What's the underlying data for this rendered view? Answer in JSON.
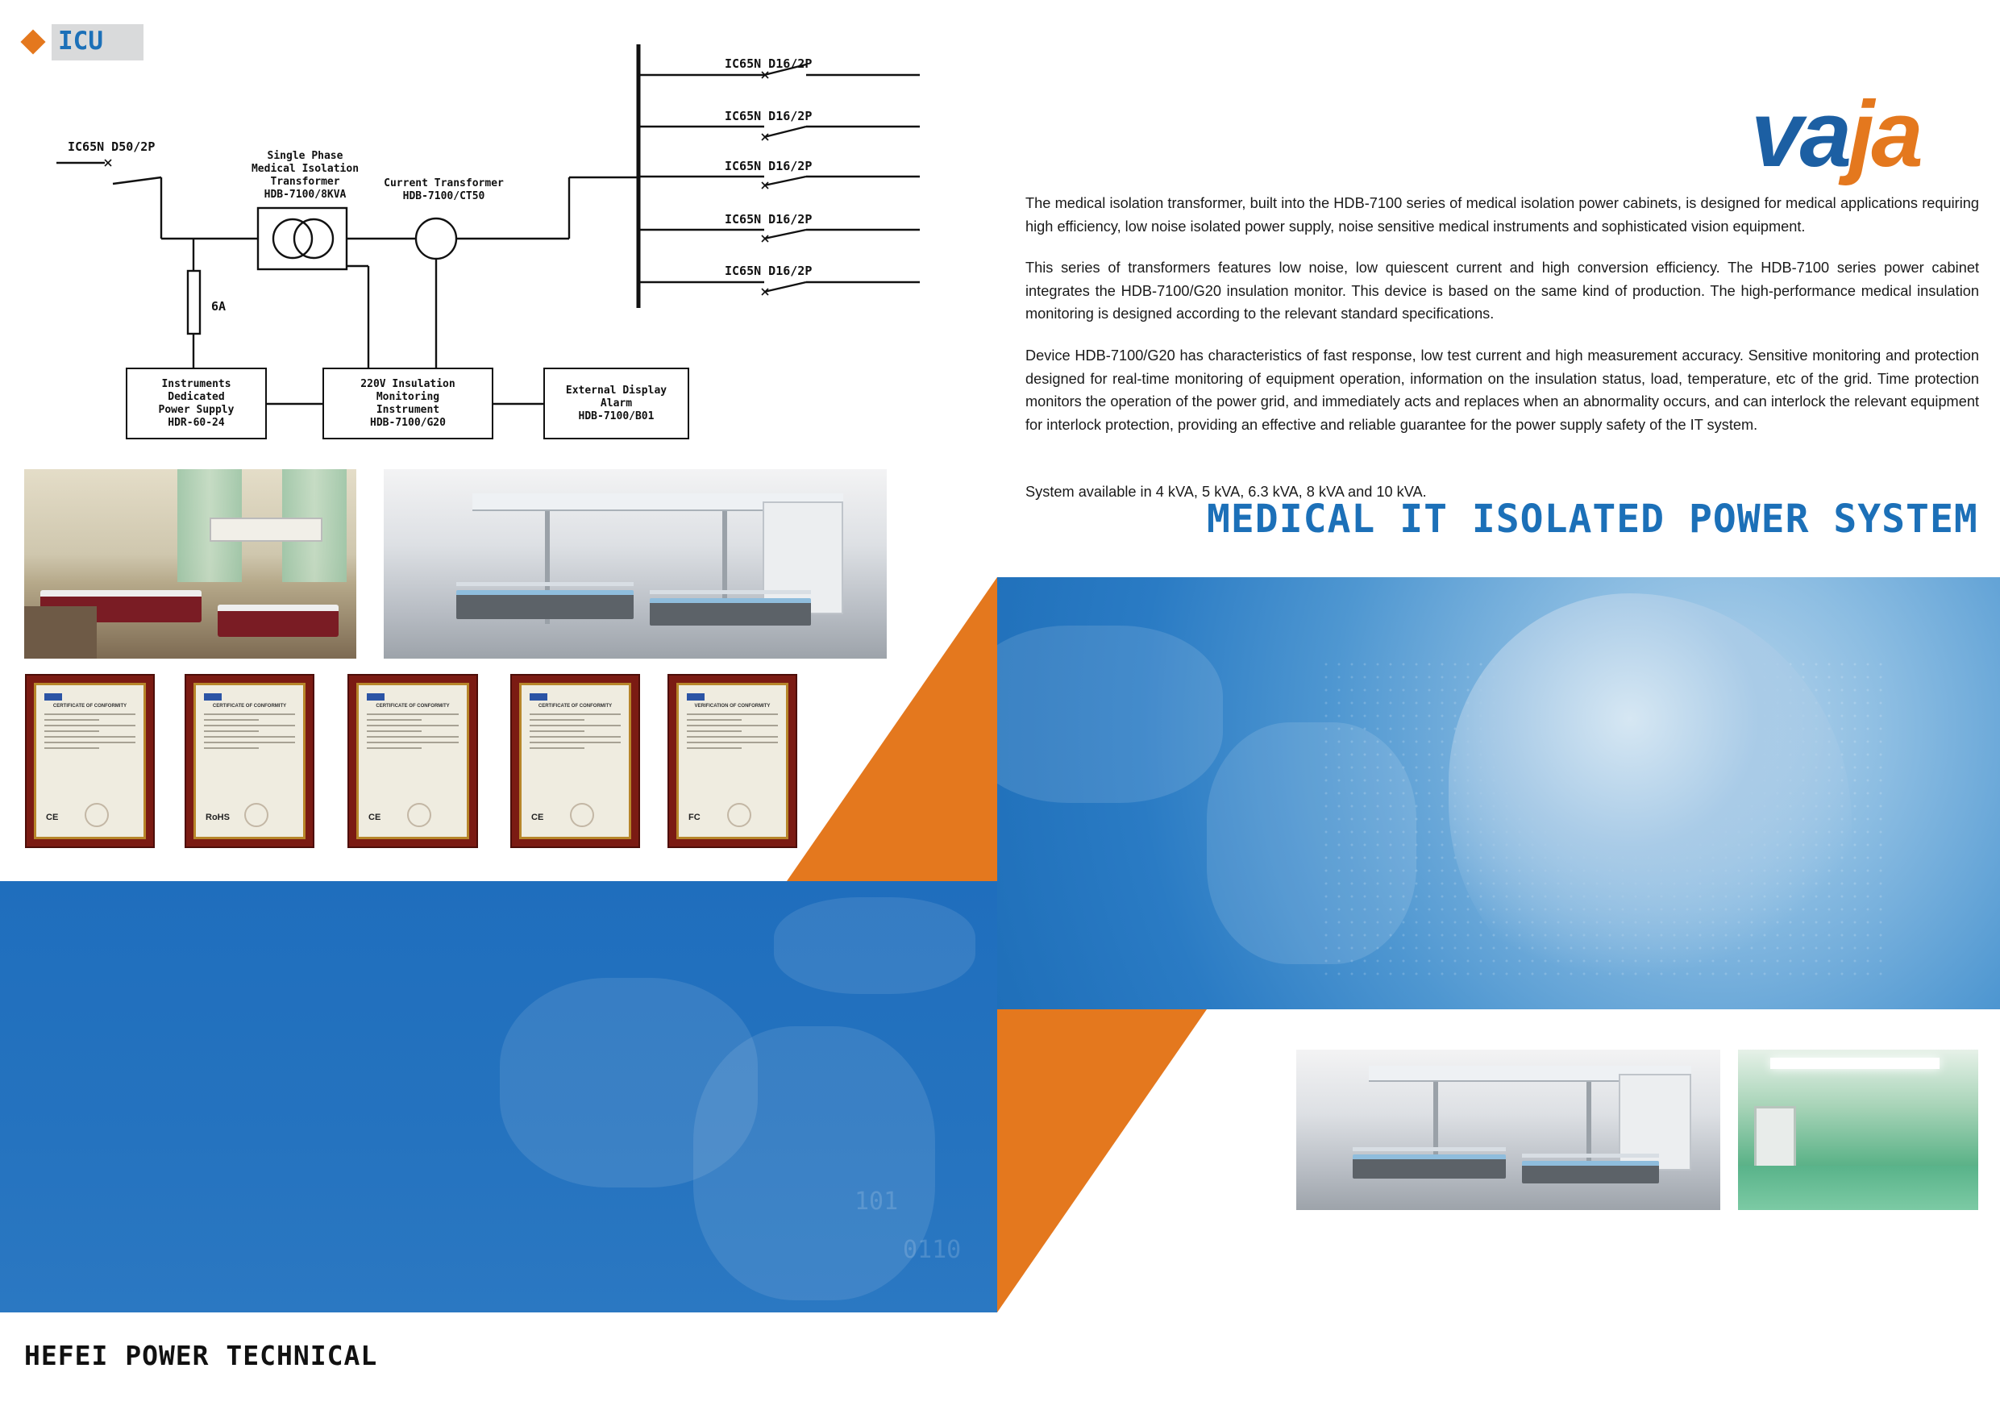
{
  "header": {
    "tag": "ICU"
  },
  "diagram": {
    "main_breaker": "IC65N D50/2P",
    "transformer": "Single Phase\nMedical Isolation\nTransformer\nHDB-7100/8KVA",
    "current_transformer": "Current Transformer\nHDB-7100/CT50",
    "fuse": "6A",
    "branch_breakers": [
      "IC65N D16/2P",
      "IC65N D16/2P",
      "IC65N D16/2P",
      "IC65N D16/2P",
      "IC65N D16/2P"
    ],
    "power_supply": "Instruments Dedicated\nPower Supply\nHDR-60-24",
    "monitor": "220V Insulation Monitoring\nInstrument\nHDB-7100/G20",
    "alarm": "External Display Alarm\nHDB-7100/B01"
  },
  "certificates": [
    {
      "title": "CERTIFICATE OF CONFORMITY",
      "mark": "CE"
    },
    {
      "title": "CERTIFICATE OF CONFORMITY",
      "mark": "RoHS"
    },
    {
      "title": "CERTIFICATE OF CONFORMITY",
      "mark": "CE"
    },
    {
      "title": "CERTIFICATE OF CONFORMITY",
      "mark": "CE"
    },
    {
      "title": "VERIFICATION OF CONFORMITY",
      "mark": "FC"
    }
  ],
  "brand": {
    "part1": "va",
    "part2": "ja",
    "color_primary": "#1c5fa3",
    "color_accent": "#e4781e"
  },
  "text": {
    "p1": "The medical isolation transformer, built into the HDB-7100 series of medical isolation power cabinets, is designed for medical applications requiring high efficiency, low noise isolated power supply, noise sensitive medical instruments and sophisticated vision equipment.",
    "p2": "This series of transformers features low noise, low quiescent current and high conversion efficiency. The HDB-7100 series power cabinet integrates the HDB-7100/G20 insulation monitor. This device is based on the same kind of production. The high-performance medical insulation monitoring is designed according to the relevant standard specifications.",
    "p3": "Device HDB-7100/G20 has characteristics of fast response, low test current and high measurement accuracy. Sensitive monitoring and protection designed for real-time monitoring of equipment operation, information on the insulation status, load, temperature, etc of the grid. Time protection monitors the operation of the power grid, and immediately acts and replaces when an abnormality occurs, and can interlock the relevant equipment for interlock protection, providing an effective and reliable guarantee for the power supply safety of the IT system.",
    "p4": "System available in 4 kVA, 5 kVA, 6.3 kVA, 8 kVA and 10 kVA."
  },
  "title": "MEDICAL IT ISOLATED POWER SYSTEM",
  "footer": "HEFEI POWER TECHNICAL",
  "colors": {
    "blue": "#1f6ebd",
    "orange": "#e4781e",
    "title_blue": "#1c70b8"
  }
}
